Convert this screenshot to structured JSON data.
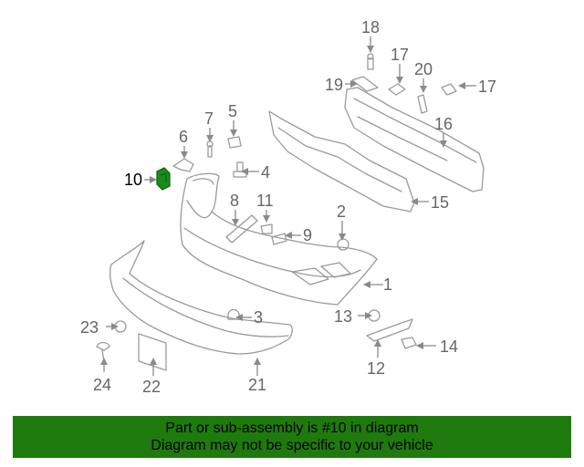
{
  "callouts": {
    "c1": "1",
    "c2": "2",
    "c3": "3",
    "c4": "4",
    "c5": "5",
    "c6": "6",
    "c7": "7",
    "c8": "8",
    "c9": "9",
    "c10": "10",
    "c11": "11",
    "c12": "12",
    "c13": "13",
    "c14": "14",
    "c15": "15",
    "c16": "16",
    "c17a": "17",
    "c17b": "17",
    "c18": "18",
    "c19": "19",
    "c20": "20",
    "c21": "21",
    "c22": "22",
    "c23": "23",
    "c24": "24"
  },
  "highlight": {
    "part": "10",
    "color": "#1a8c1a"
  },
  "banner": {
    "line1": "Part or sub-assembly is #10 in diagram",
    "line2": "Diagram may not be specific to your vehicle",
    "background": "#1f7a0e"
  }
}
